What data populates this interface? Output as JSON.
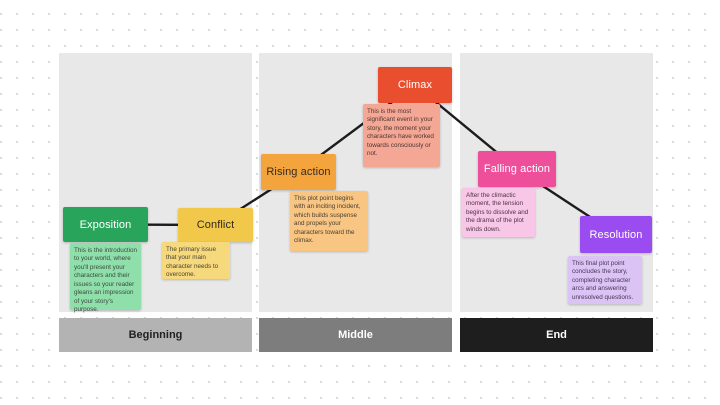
{
  "board": {
    "background": "#ffffff",
    "dot_color": "#d6d6d6",
    "panel_bg": "#e8e8e8",
    "connector_color": "#1c1c1c"
  },
  "sections": [
    {
      "label": "Beginning",
      "bar_bg": "#b3b3b3",
      "bar_text_color": "#222222"
    },
    {
      "label": "Middle",
      "bar_bg": "#7d7d7d",
      "bar_text_color": "#ffffff"
    },
    {
      "label": "End",
      "bar_bg": "#1e1e1e",
      "bar_text_color": "#ffffff"
    }
  ],
  "plot_points": [
    {
      "title": "Exposition",
      "description": "This is the introduction to your world, where you'll present your characters and their issues so your reader gleans an impression of your story's purpose.",
      "section": "Beginning",
      "title_bg": "#29a55b",
      "title_text_color": "#ffffff",
      "desc_bg": "#8fdfaa",
      "desc_text_color": "#3d4a40"
    },
    {
      "title": "Conflict",
      "description": "The primary issue that your main character needs to overcome.",
      "section": "Beginning",
      "title_bg": "#f2c84b",
      "title_text_color": "#2e2a1e",
      "desc_bg": "#f6d87d",
      "desc_text_color": "#4a4330"
    },
    {
      "title": "Rising action",
      "description": "This plot point begins with an inciting incident, which builds suspense and propels your characters toward the climax.",
      "section": "Middle",
      "title_bg": "#f4a43c",
      "title_text_color": "#342c1f",
      "desc_bg": "#f8c583",
      "desc_text_color": "#4a4030"
    },
    {
      "title": "Climax",
      "description": "This is the most significant event in your story, the moment your characters have worked towards consciously or not.",
      "section": "Middle",
      "title_bg": "#e94e2e",
      "title_text_color": "#ffffff",
      "desc_bg": "#f4a795",
      "desc_text_color": "#4a3530"
    },
    {
      "title": "Falling action",
      "description": "After the climactic moment, the tension begins to dissolve and the drama of the plot winds down.",
      "section": "End",
      "title_bg": "#ee4f9b",
      "title_text_color": "#ffffff",
      "desc_bg": "#f8c6e6",
      "desc_text_color": "#4a3542"
    },
    {
      "title": "Resolution",
      "description": "This final plot point concludes the story, completing character arcs and answering unresolved questions.",
      "section": "End",
      "title_bg": "#9a4cf0",
      "title_text_color": "#ffffff",
      "desc_bg": "#dbc3f6",
      "desc_text_color": "#433a4f"
    }
  ],
  "connections": [
    [
      "Exposition",
      "Conflict"
    ],
    [
      "Conflict",
      "Rising action"
    ],
    [
      "Rising action",
      "Climax"
    ],
    [
      "Climax",
      "Falling action"
    ],
    [
      "Falling action",
      "Resolution"
    ]
  ]
}
